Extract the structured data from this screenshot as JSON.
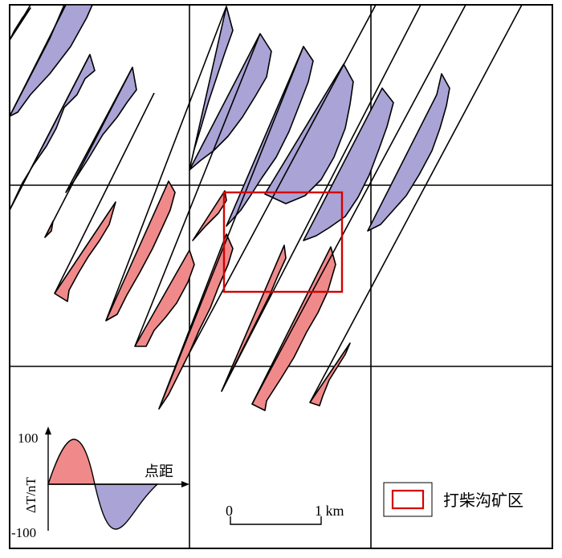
{
  "colors": {
    "positive": "#f08a8a",
    "negative": "#a9a3d6",
    "outline": "#000000",
    "frame": "#000000",
    "legend_box": "#d40000"
  },
  "inset": {
    "y_max_label": "100",
    "y_min_label": "-100",
    "y_axis_label": "ΔT/nT",
    "x_axis_label": "点距"
  },
  "scale": {
    "start_label": "0",
    "end_label": "1 km"
  },
  "legend": {
    "label": "打柴沟矿区"
  }
}
